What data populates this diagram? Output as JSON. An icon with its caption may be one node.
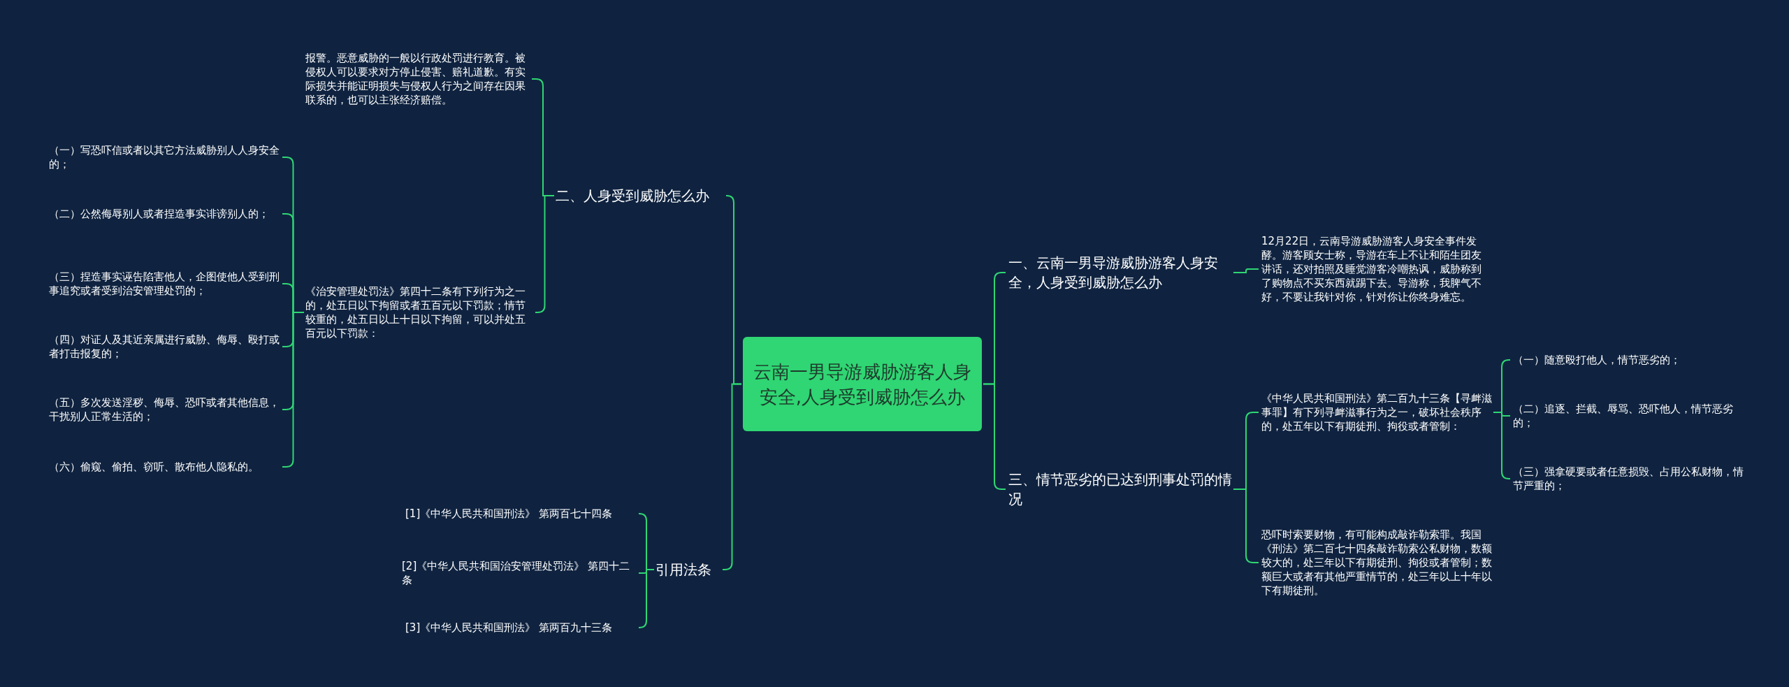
{
  "diagram": {
    "nodes": [
      {
        "text": [
          "云南一男导游威胁游客人身安全,人身受到威胁怎么办"
        ]
      },
      {
        "text": [
          "一、云南一男导游威胁游客人身安全，人身受到威胁怎么办"
        ]
      },
      {
        "text": [
          "12月22日，云南导游威胁游客人身安全事件发酵。游客顾女士称，导游在车上不让和陌生团友讲话，还对拍照及睡觉游客冷嘲热讽，威胁称到了购物点不买东西就踢下去。导游称，我脾气不好，不要让我针对你，针对你让你终身难忘。"
        ]
      },
      {
        "text": [
          "三、情节恶劣的已达到刑事处罚的情况"
        ]
      },
      {
        "text": [
          "《中华人民共和国刑法》第二百九十三条【寻衅滋事罪】有下列寻衅滋事行为之一，破坏社会秩序的，处五年以下有期徒刑、拘役或者管制："
        ]
      },
      {
        "text": [
          "恐吓时索要财物，有可能构成敲诈勒索罪。我国《刑法》第二百七十四条敲诈勒索公私财物，数额较大的，处三年以下有期徒刑、拘役或者管制；数额巨大或者有其他严重情节的，处三年以上十年以下有期徒刑。"
        ]
      },
      {
        "text": [
          "（一）随意殴打他人，情节恶劣的；"
        ]
      },
      {
        "text": [
          "（二）追逐、拦截、辱骂、恐吓他人，情节恶劣的；"
        ]
      },
      {
        "text": [
          "（三）强拿硬要或者任意损毁、占用公私财物，情节严重的；"
        ]
      },
      {
        "text": [
          "二、人身受到威胁怎么办"
        ]
      },
      {
        "text": [
          "报警。恶意威胁的一般以行政处罚进行教育。被侵权人可以要求对方停止侵害、赔礼道歉。有实际损失并能证明损失与侵权人行为之间存在因果联系的，也可以主张经济赔偿。"
        ]
      },
      {
        "text": [
          "《治安管理处罚法》第四十二条有下列行为之一的，处五日以下拘留或者五百元以下罚款；情节较重的，处五日以上十日以下拘留，可以并处五百元以下罚款："
        ]
      },
      {
        "text": [
          "（一）写恐吓信或者以其它方法威胁别人人身安全的；"
        ]
      },
      {
        "text": [
          "（二）公然侮辱别人或者捏造事实诽谤别人的；"
        ]
      },
      {
        "text": [
          "（三）捏造事实诬告陷害他人，企图使他人受到刑事追究或者受到治安管理处罚的；"
        ]
      },
      {
        "text": [
          "（四）对证人及其近亲属进行威胁、侮辱、殴打或者打击报复的；"
        ]
      },
      {
        "text": [
          "（五）多次发送淫秽、侮辱、恐吓或者其他信息，干扰别人正常生活的；"
        ]
      },
      {
        "text": [
          "（六）偷窥、偷拍、窃听、散布他人隐私的。"
        ]
      },
      {
        "text": [
          "引用法条"
        ]
      },
      {
        "text": [
          "[1]《中华人民共和国刑法》 第两百七十四条"
        ]
      },
      {
        "text": [
          "[2]《中华人民共和国治安管理处罚法》 第四十二条"
        ]
      },
      {
        "text": [
          "[3]《中华人民共和国刑法》 第两百九十三条"
        ]
      }
    ],
    "edges": [
      {
        "from": 0,
        "to": 1,
        "arrow": "none"
      },
      {
        "from": 1,
        "to": 2,
        "arrow": "none"
      },
      {
        "from": 0,
        "to": 3,
        "arrow": "none"
      },
      {
        "from": 3,
        "to": 4,
        "arrow": "none"
      },
      {
        "from": 3,
        "to": 5,
        "arrow": "none"
      },
      {
        "from": 4,
        "to": 6,
        "arrow": "none"
      },
      {
        "from": 4,
        "to": 7,
        "arrow": "none"
      },
      {
        "from": 4,
        "to": 8,
        "arrow": "none"
      },
      {
        "from": 0,
        "to": 9,
        "arrow": "none"
      },
      {
        "from": 9,
        "to": 10,
        "arrow": "none"
      },
      {
        "from": 9,
        "to": 11,
        "arrow": "none"
      },
      {
        "from": 11,
        "to": 12,
        "arrow": "none"
      },
      {
        "from": 11,
        "to": 13,
        "arrow": "none"
      },
      {
        "from": 11,
        "to": 14,
        "arrow": "none"
      },
      {
        "from": 11,
        "to": 15,
        "arrow": "none"
      },
      {
        "from": 11,
        "to": 16,
        "arrow": "none"
      },
      {
        "from": 11,
        "to": 17,
        "arrow": "none"
      },
      {
        "from": 0,
        "to": 18,
        "arrow": "none"
      },
      {
        "from": 18,
        "to": 19,
        "arrow": "none"
      },
      {
        "from": 18,
        "to": 20,
        "arrow": "none"
      },
      {
        "from": 18,
        "to": 21,
        "arrow": "none"
      }
    ]
  }
}
